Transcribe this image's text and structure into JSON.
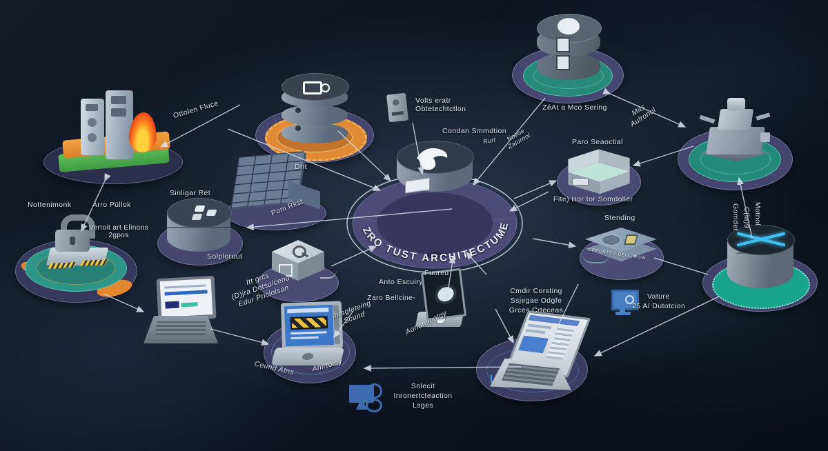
{
  "hub": {
    "ring_text": "ZRO TUST ARCHITECTUME"
  },
  "accent_colors": {
    "background_navy": "#0c1220",
    "platform_purple": "#46456f",
    "ring_teal": "#2b9384",
    "ring_orange": "#e08a36",
    "device_grey": "#8d9aa9",
    "glow_blue": "#3fc0f0",
    "warning_yellow": "#ecc23f",
    "arrow_grey": "#d5dde7"
  },
  "labels": {
    "ottolen_fluce": "Ottolen Fluce",
    "nottenimonk": "Nottenimonk",
    "arro_pullok": "Arro Püllok",
    "verioit_line1": "Verïoit art Elinons",
    "verioit_line2": "2gpos",
    "sinligar_ret": "Sinligar Rét",
    "solplorout": "Solplorout",
    "drit": "Drit",
    "poni_rkst": "Poni Rkst",
    "volts_line1": "Volts eratr",
    "volts_line2": "Obtetechtctlon",
    "condan_line1": "Condan Smmdtion",
    "condan_line2": "Rurt",
    "novoe_line1": "Novoe",
    "novoe_line2": "Zalurnol",
    "zeat_mco_sering": "ZéAt a Mco Sering",
    "mits_line1": "Mits",
    "mits_line2": "Aulronol",
    "paro_seaoctial": "Paro Seaoctial",
    "fite_somdoller": "Fite) Hor tor Somdoller",
    "stending": "Stending",
    "device_edge_text": "CREUSTTO CELLTROW",
    "gomder_line1": "Gomder",
    "gomder_line2": "C(la)9",
    "gomder_line3": "Motnol",
    "vature_line1": "Vature",
    "vature_line2": "25 A/ Dutotcion",
    "cmdir_line1": "Cmdir Corsting",
    "cmdir_line2": "Ssjegae Odgfe",
    "cmdir_line3": "Grces Crteceas",
    "anto_escuiry": "Anto Escuiry",
    "zaro_bellcine": "Zaro Bellcine-",
    "ihrsgleteing_line1": "Ihrsgleteing",
    "ihrsgleteing_line2": "Scund",
    "fuored": "Fuored",
    "aonaminolgy": "Aonaminolgy",
    "itt_line1": "Itt grcs",
    "itt_line2": "(D)jra Dotsuicend",
    "itt_line3": "Edur Priclolsan",
    "ceund_atns": "Ceund Atns",
    "anlrtoiny": "Anlrtoiny",
    "snlecit_line1": "Snlecit",
    "snlecit_line2": "Inronertcteaction",
    "snlecit_line3": "Lsges"
  }
}
